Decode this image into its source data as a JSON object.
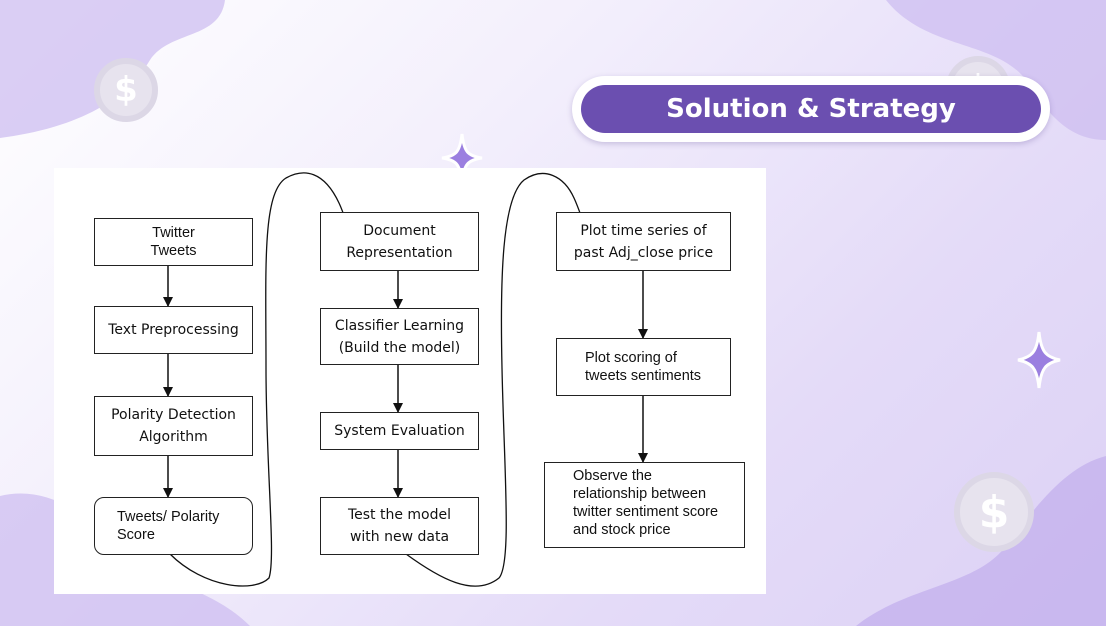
{
  "slide": {
    "title": "Solution & Strategy",
    "coin_symbol": "$",
    "colors": {
      "accent": "#6b4fb0",
      "blob": "#cdbdf0",
      "sparkle": "#9b7fe0"
    }
  },
  "flowchart": {
    "column1": {
      "steps": [
        "Twitter\nTweets",
        "Text Preprocessing",
        "Polarity Detection\nAlgorithm",
        "Tweets/ Polarity\nScore"
      ]
    },
    "column2": {
      "steps": [
        "Document\nRepresentation",
        "Classifier Learning\n(Build the model)",
        "System Evaluation",
        "Test the model\nwith new data"
      ]
    },
    "column3": {
      "steps": [
        "Plot time series of\npast Adj_close price",
        "Plot scoring of\ntweets sentiments",
        "Observe the\nrelationship between\ntwitter sentiment score\nand stock price"
      ]
    }
  }
}
